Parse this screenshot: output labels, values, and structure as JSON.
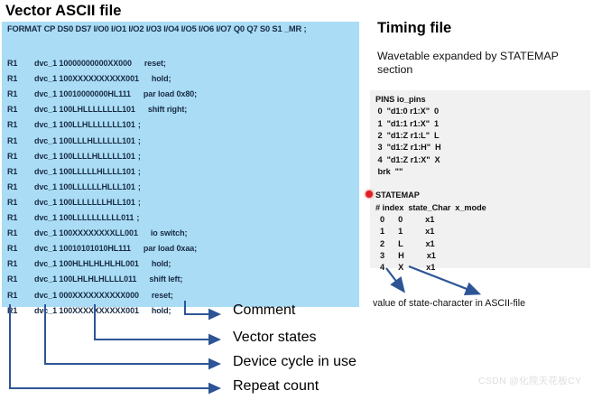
{
  "left_panel": {
    "title": "Vector ASCII file",
    "format_line": "FORMAT CP DS0 DS7 I/O0 I/O1 I/O2 I/O3 I/O4 I/O5 I/O6 I/O7 Q0 Q7 S0 S1 _MR ;",
    "panel_color": "#aadcf5",
    "vectors": [
      {
        "repeat": "R1",
        "device": "dvc_1",
        "states": "10000000000XX000",
        "comment": "reset;"
      },
      {
        "repeat": "R1",
        "device": "dvc_1",
        "states": "100XXXXXXXXXX001",
        "comment": "hold;"
      },
      {
        "repeat": "R1",
        "device": "dvc_1",
        "states": "10010000000HL111",
        "comment": "par load 0x80;"
      },
      {
        "repeat": "R1",
        "device": "dvc_1",
        "states": "100LHLLLLLLLL101",
        "comment": "shift right;"
      },
      {
        "repeat": "R1",
        "device": "dvc_1",
        "states": "100LLHLLLLLLL101",
        "comment": ";"
      },
      {
        "repeat": "R1",
        "device": "dvc_1",
        "states": "100LLLHLLLLLL101",
        "comment": ";"
      },
      {
        "repeat": "R1",
        "device": "dvc_1",
        "states": "100LLLLHLLLLL101",
        "comment": ";"
      },
      {
        "repeat": "R1",
        "device": "dvc_1",
        "states": "100LLLLLHLLLL101",
        "comment": ";"
      },
      {
        "repeat": "R1",
        "device": "dvc_1",
        "states": "100LLLLLLHLLL101",
        "comment": ";"
      },
      {
        "repeat": "R1",
        "device": "dvc_1",
        "states": "100LLLLLLLHLL101",
        "comment": ";"
      },
      {
        "repeat": "R1",
        "device": "dvc_1",
        "states": "100LLLLLLLLLL011",
        "comment": ";"
      },
      {
        "repeat": "R1",
        "device": "dvc_1",
        "states": "100XXXXXXXXLL001",
        "comment": "io switch;"
      },
      {
        "repeat": "R1",
        "device": "dvc_1",
        "states": "10010101010HL111",
        "comment": "par load 0xaa;"
      },
      {
        "repeat": "R1",
        "device": "dvc_1",
        "states": "100HLHLHLHLHL001",
        "comment": "hold;"
      },
      {
        "repeat": "R1",
        "device": "dvc_1",
        "states": "100LHLHLHLLLL011",
        "comment": "shift left;"
      },
      {
        "repeat": "R1",
        "device": "dvc_1",
        "states": "000XXXXXXXXXX000",
        "comment": "reset;"
      },
      {
        "repeat": "R1",
        "device": "dvc_1",
        "states": "100XXXXXXXXXX001",
        "comment": "hold;"
      }
    ]
  },
  "callouts": [
    {
      "label": "Comment"
    },
    {
      "label": "Vector states"
    },
    {
      "label": "Device cycle in use"
    },
    {
      "label": "Repeat count"
    }
  ],
  "right_panel": {
    "title": "Timing file",
    "subtitle": "Wavetable expanded by STATEMAP section",
    "box_color": "#f1f1f1",
    "marker_color": "#e02020",
    "pins": {
      "header": "PINS io_pins",
      "rows": [
        " 0  \"d1:0 r1:X\"  0",
        " 1  \"d1:1 r1:X\"  1",
        " 2  \"d1:Z r1:L\"  L",
        " 3  \"d1:Z r1:H\"  H",
        " 4  \"d1:Z r1:X\"  X"
      ],
      "brk": " brk  \"\""
    },
    "statemap": {
      "header": "STATEMAP",
      "columns": "# index  state_Char  x_mode",
      "rows": [
        "  0      0          x1",
        "  1      1          x1",
        "  2      L          x1",
        "  3      H          x1",
        "  4      X          x1"
      ]
    },
    "note": "value of state-character in ASCII-file"
  },
  "watermark": "CSDN @化院天花板CY"
}
